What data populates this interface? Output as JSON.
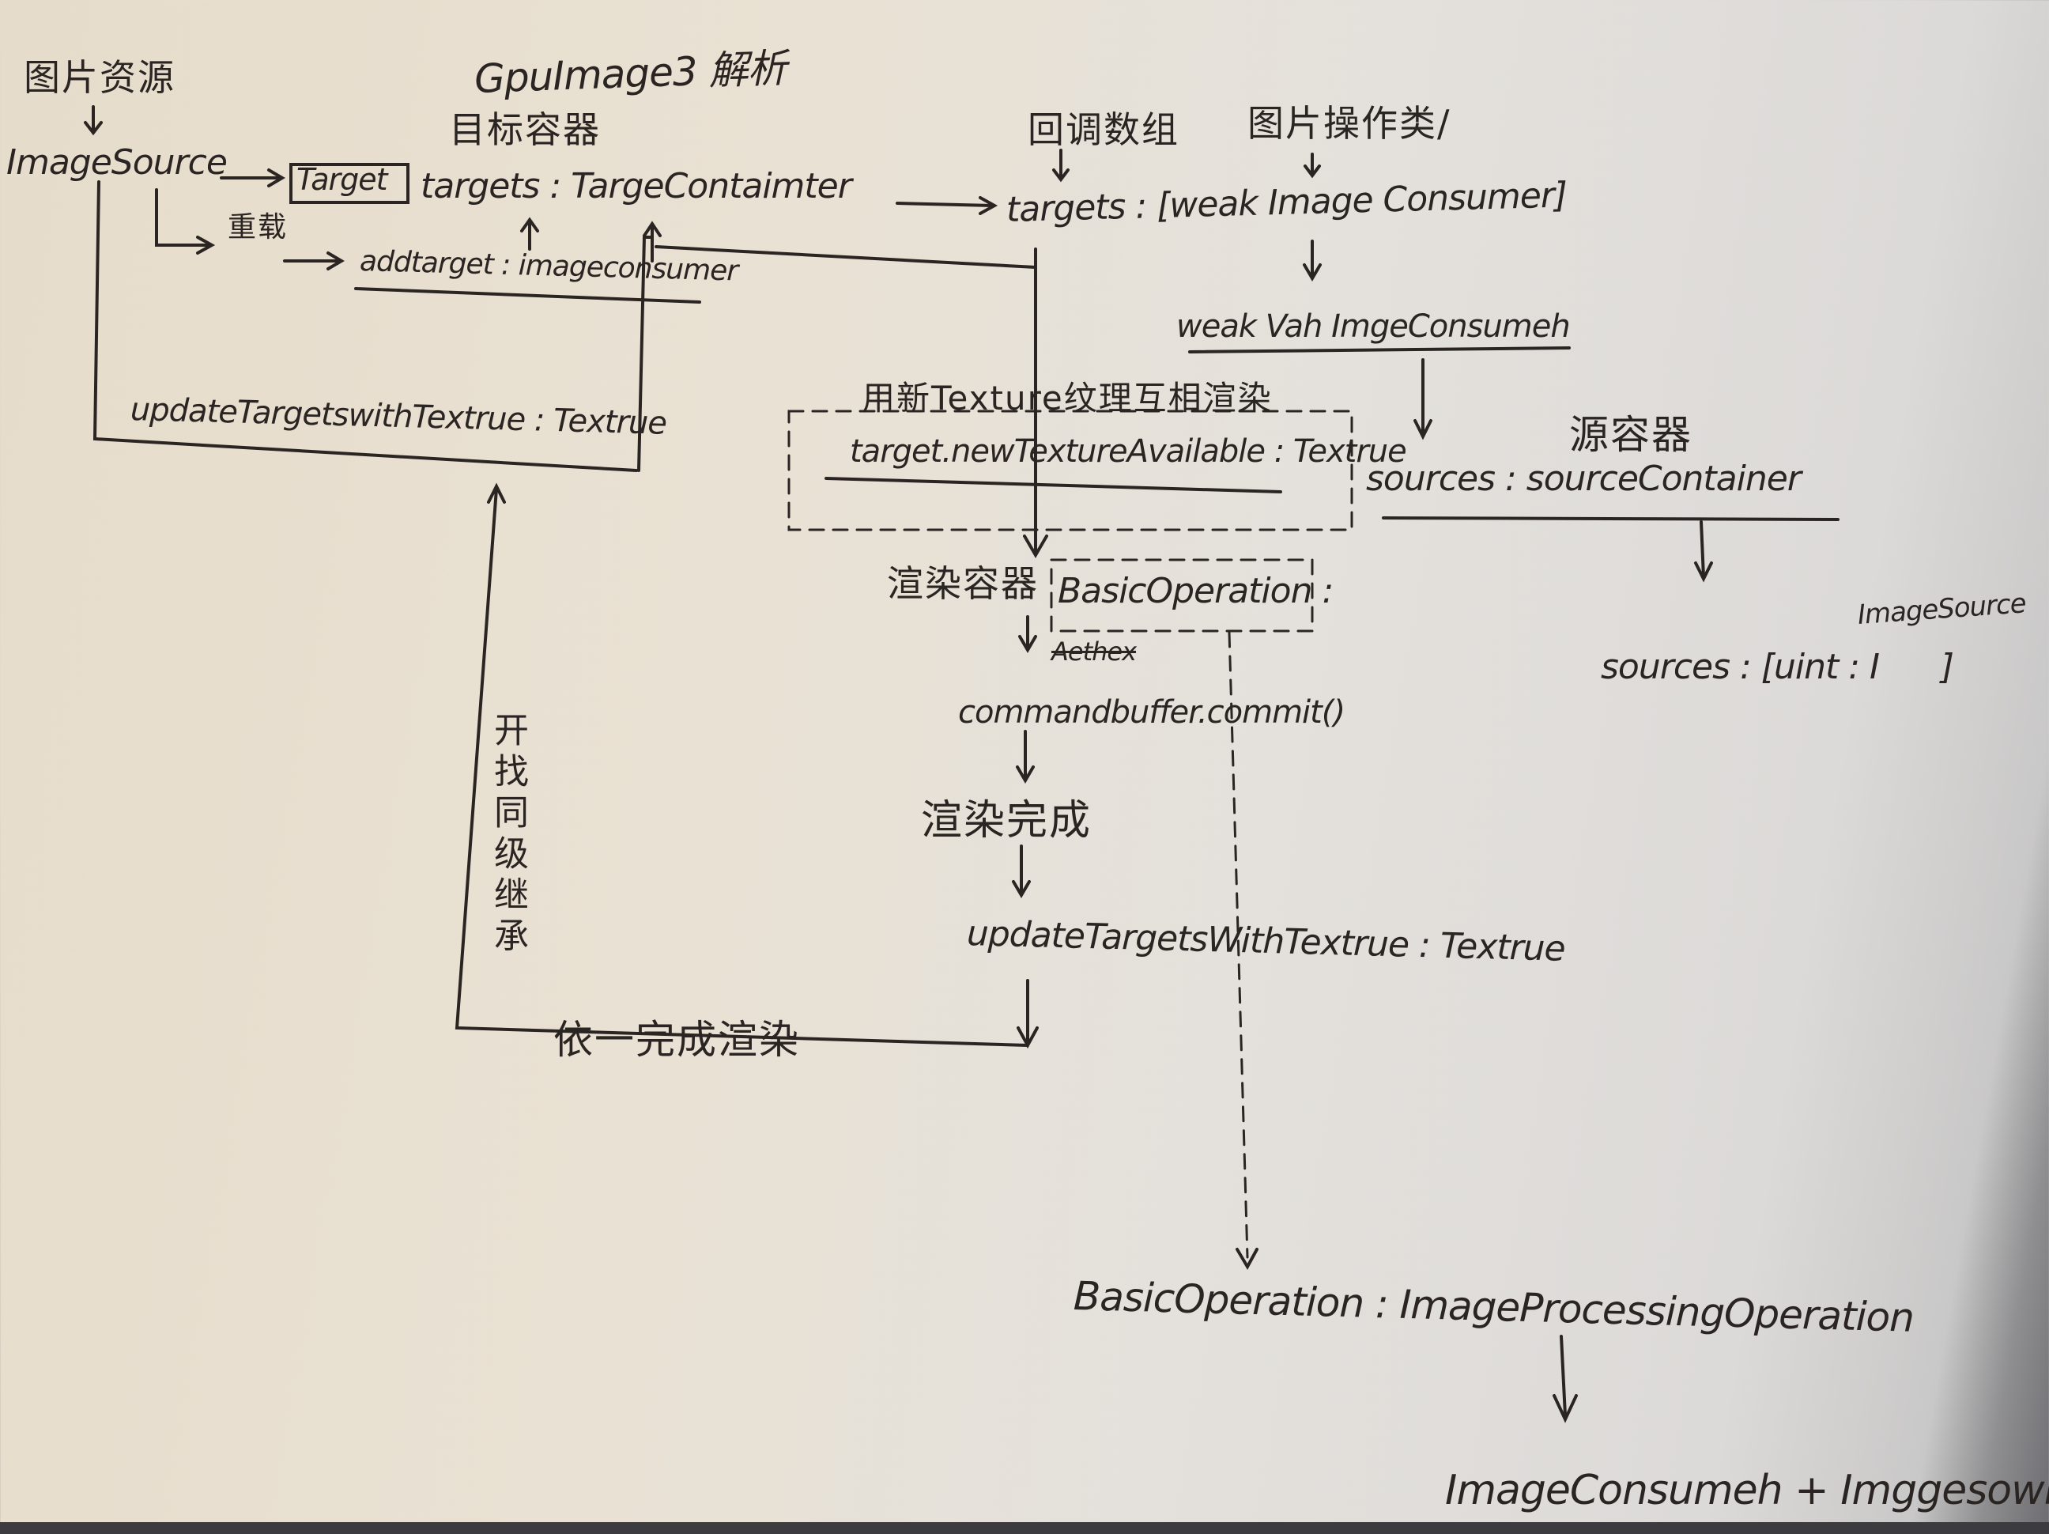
{
  "diagram": {
    "title": "GpuImage3 解析",
    "nodes": {
      "image_resource_label": "图片资源",
      "image_source": "ImageSource",
      "target_container_label": "目标容器",
      "target_box": "Target",
      "targets_container": "targets : TargeContaimter",
      "overload_label": "重载",
      "add_target": "addtarget : imageconsumer",
      "update_targets_left": "updateTargetswithTextrue : Textrue",
      "callback_array_label": "回调数组",
      "image_operation_label": "图片操作类/",
      "targets_array": "targets : [weak Image Consumer]",
      "weak_var": "weak Vah ImgeConsumeh",
      "texture_render_label": "用新Texture纹理互相渲染",
      "new_texture_available": "target.newTextureAvailable : Textrue",
      "source_container_label": "源容器",
      "sources_container": "sources : sourceContainer",
      "image_source_small": "ImageSource",
      "sources_array": "sources : [uint : I      ]",
      "render_container_label": "渲染容器",
      "basic_operation_box": "BasicOperation :",
      "aethex": "Aethex",
      "command_buffer": "commandbuffer.commit()",
      "render_done": "渲染完成",
      "update_targets_center": "updateTargetsWithTextrue : Textrue",
      "sibling_inherit": "开找同级继承",
      "render_in_order": "依一完成渲染",
      "basic_operation_def": "BasicOperation : ImageProcessingOperation",
      "consumer_plus_source": "ImageConsumeh + Imggesowre"
    },
    "ink_color": "#2a2522",
    "paper_color": "#e6dccb"
  }
}
